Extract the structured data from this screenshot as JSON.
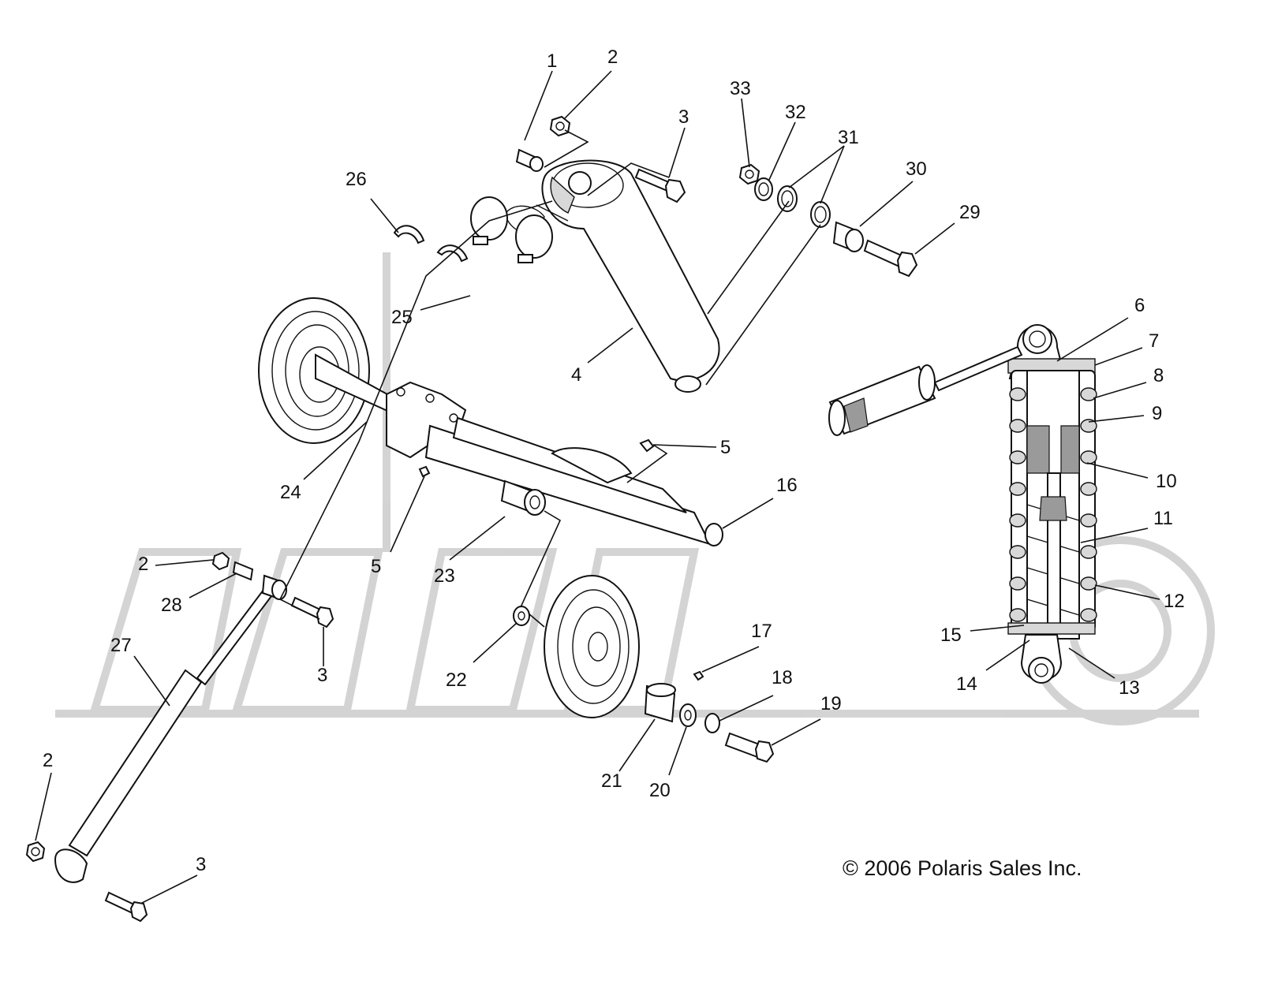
{
  "copyright": "© 2006 Polaris Sales Inc.",
  "callouts": [
    {
      "id": "c1",
      "label": "1"
    },
    {
      "id": "c2a",
      "label": "2"
    },
    {
      "id": "c3a",
      "label": "3"
    },
    {
      "id": "c33",
      "label": "33"
    },
    {
      "id": "c32",
      "label": "32"
    },
    {
      "id": "c31",
      "label": "31"
    },
    {
      "id": "c30",
      "label": "30"
    },
    {
      "id": "c29",
      "label": "29"
    },
    {
      "id": "c26",
      "label": "26"
    },
    {
      "id": "c25",
      "label": "25"
    },
    {
      "id": "c4",
      "label": "4"
    },
    {
      "id": "c6",
      "label": "6"
    },
    {
      "id": "c7",
      "label": "7"
    },
    {
      "id": "c8",
      "label": "8"
    },
    {
      "id": "c9",
      "label": "9"
    },
    {
      "id": "c10",
      "label": "10"
    },
    {
      "id": "c11",
      "label": "11"
    },
    {
      "id": "c12",
      "label": "12"
    },
    {
      "id": "c13",
      "label": "13"
    },
    {
      "id": "c14",
      "label": "14"
    },
    {
      "id": "c15",
      "label": "15"
    },
    {
      "id": "c5a",
      "label": "5"
    },
    {
      "id": "c5b",
      "label": "5"
    },
    {
      "id": "c16",
      "label": "16"
    },
    {
      "id": "c24",
      "label": "24"
    },
    {
      "id": "c23",
      "label": "23"
    },
    {
      "id": "c2b",
      "label": "2"
    },
    {
      "id": "c28",
      "label": "28"
    },
    {
      "id": "c3b",
      "label": "3"
    },
    {
      "id": "c27",
      "label": "27"
    },
    {
      "id": "c22",
      "label": "22"
    },
    {
      "id": "c17",
      "label": "17"
    },
    {
      "id": "c18",
      "label": "18"
    },
    {
      "id": "c19",
      "label": "19"
    },
    {
      "id": "c21",
      "label": "21"
    },
    {
      "id": "c20",
      "label": "20"
    },
    {
      "id": "c2c",
      "label": "2"
    },
    {
      "id": "c3c",
      "label": "3"
    }
  ]
}
